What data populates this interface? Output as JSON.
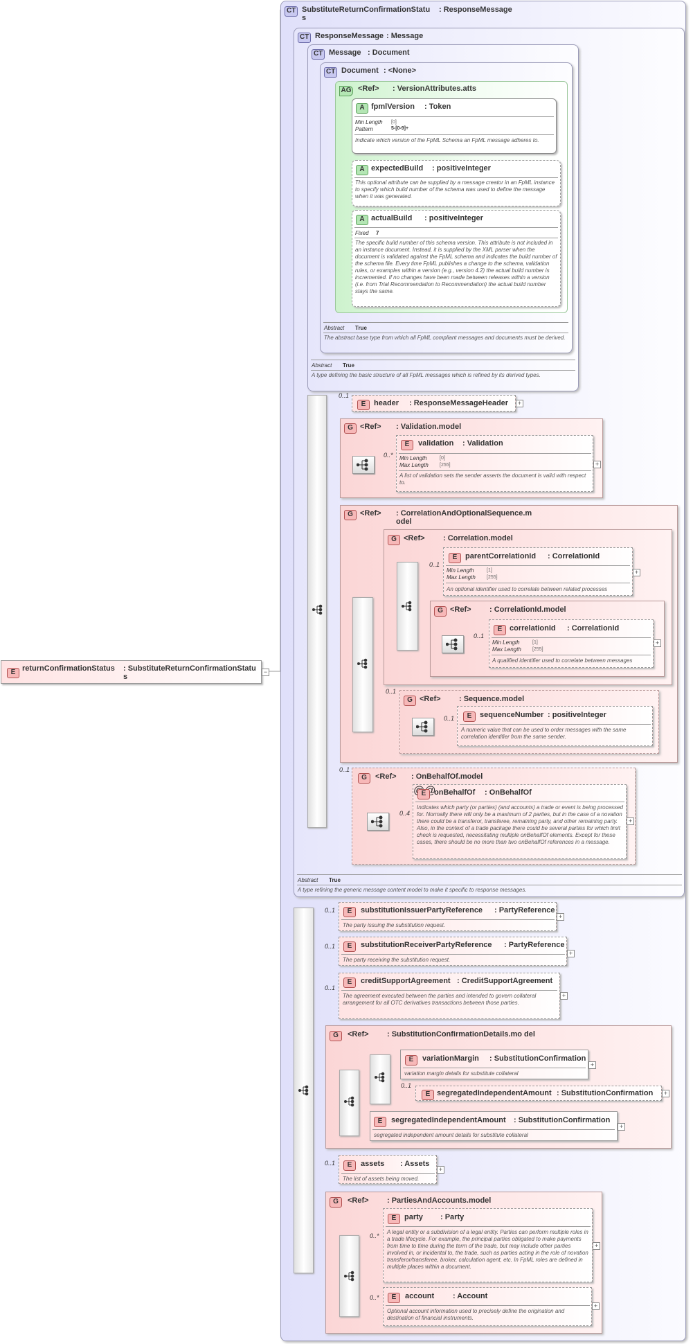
{
  "root": {
    "badge": "E",
    "name": "returnConfirmationStatus",
    "type": ": SubstituteReturnConfirmationStatu s"
  },
  "ct_outer": {
    "badge": "CT",
    "name": "SubstituteReturnConfirmationStatu s",
    "type": ": ResponseMessage"
  },
  "ct_response": {
    "badge": "CT",
    "name": "ResponseMessage",
    "type": ": Message",
    "abstract_label": "Abstract",
    "abstract_value": "True",
    "doc": "A type refining the generic message content model to make it specific to response messages."
  },
  "ct_message": {
    "badge": "CT",
    "name": "Message",
    "type": ": Document",
    "abstract_label": "Abstract",
    "abstract_value": "True",
    "doc": "A type defining the basic structure of all FpML messages which is refined by its derived types."
  },
  "ct_document": {
    "badge": "CT",
    "name": "Document",
    "type": ": <None>",
    "abstract_label": "Abstract",
    "abstract_value": "True",
    "doc": "The abstract base type from which all FpML compliant messages and documents must be derived."
  },
  "ag_version": {
    "badge": "AG",
    "ref": "<Ref>",
    "type": ": VersionAttributes.atts"
  },
  "attr_fpml": {
    "badge": "A",
    "name": "fpmlVersion",
    "type": ": Token",
    "minlen_label": "Min Length",
    "minlen_value": "[0]",
    "pattern_label": "Pattern",
    "pattern_value": "5-[0-9]+",
    "doc": "Indicate which version of the FpML Schema an FpML message adheres to."
  },
  "attr_expected": {
    "badge": "A",
    "name": "expectedBuild",
    "type": ": positiveInteger",
    "doc": "This optional attribute can be supplied by a message creator in an FpML instance to specify which build number of the schema was used to define the message when it was generated."
  },
  "attr_actual": {
    "badge": "A",
    "name": "actualBuild",
    "type": ": positiveInteger",
    "fixed_label": "Fixed",
    "fixed_value": "7",
    "doc": "The specific build number of this schema version. This attribute is not included in an instance document. Instead, it is supplied by the XML parser when the document is validated against the FpML schema and indicates the build number of the schema file. Every time FpML publishes a change to the schema, validation rules, or examples within a version (e.g., version 4.2) the actual build number is incremented. If no changes have been made between releases within a version (i.e. from Trial Recommendation to Recommendation) the actual build number stays the same."
  },
  "el_header": {
    "occ": "0..1",
    "badge": "E",
    "name": "header",
    "type": ": ResponseMessageHeader"
  },
  "grp_validation": {
    "badge": "G",
    "ref": "<Ref>",
    "type": ": Validation.model"
  },
  "el_validation": {
    "occ": "0..*",
    "badge": "E",
    "name": "validation",
    "type": ": Validation",
    "minlen_label": "Min Length",
    "minlen_value": "[0]",
    "maxlen_label": "Max Length",
    "maxlen_value": "[255]",
    "doc": "A list of validation sets the sender asserts the document is valid with respect to."
  },
  "grp_corr_opt": {
    "badge": "G",
    "ref": "<Ref>",
    "type": ": CorrelationAndOptionalSequence.m odel"
  },
  "grp_correlation": {
    "badge": "G",
    "ref": "<Ref>",
    "type": ": Correlation.model"
  },
  "el_parentcorr": {
    "occ": "0..1",
    "badge": "E",
    "name": "parentCorrelationId",
    "type": ": CorrelationId",
    "minlen_label": "Min Length",
    "minlen_value": "[1]",
    "maxlen_label": "Max Length",
    "maxlen_value": "[255]",
    "doc": "An optional identifier used to correlate between related processes"
  },
  "grp_corrid": {
    "badge": "G",
    "ref": "<Ref>",
    "type": ": CorrelationId.model"
  },
  "el_corrid": {
    "occ": "0..1",
    "badge": "E",
    "name": "correlationId",
    "type": ": CorrelationId",
    "minlen_label": "Min Length",
    "minlen_value": "[1]",
    "maxlen_label": "Max Length",
    "maxlen_value": "[255]",
    "doc": "A qualified identifier used to correlate between messages"
  },
  "grp_sequence": {
    "occ": "0..1",
    "badge": "G",
    "ref": "<Ref>",
    "type": ": Sequence.model"
  },
  "el_seqnum": {
    "occ": "0..1",
    "badge": "E",
    "name": "sequenceNumber",
    "type": ": positiveInteger",
    "doc": "A numeric value that can be used to order messages with the same correlation identifier from the same sender."
  },
  "grp_onbehalf": {
    "occ": "0..1",
    "badge": "G",
    "ref": "<Ref>",
    "type": ": OnBehalfOf.model"
  },
  "el_onbehalf": {
    "occ": "0..4",
    "badge": "E",
    "name": "onBehalfOf",
    "type": ": OnBehalfOf",
    "doc": "Indicates which party (or parties) (and accounts) a trade or event is being processed for. Normally there will only be a maximum of 2 parties, but in the case of a novation there could be a transferor, transferee, remaining party, and other remaining party. Also, in the context of a trade package there could be several parties for which limit check is requested, necessitating multiple onBehalfOf elements. Except for these cases, there should be no more than two onBehalfOf references in a message."
  },
  "el_issuer": {
    "occ": "0..1",
    "badge": "E",
    "name": "substitutionIssuerPartyReference",
    "type": ": PartyReference",
    "doc": "The party issuing the substitution request."
  },
  "el_receiver": {
    "occ": "0..1",
    "badge": "E",
    "name": "substitutionReceiverPartyReference",
    "type": ": PartyReference",
    "doc": "The party receiving the substitution request."
  },
  "el_csa": {
    "occ": "0..1",
    "badge": "E",
    "name": "creditSupportAgreement",
    "type": ": CreditSupportAgreement",
    "doc": "The agreement executed between the parties and intended to govern collateral arrangement for all OTC derivatives transactions between those parties."
  },
  "grp_subconf": {
    "badge": "G",
    "ref": "<Ref>",
    "type": ": SubstitutionConfirmationDetails.mo del"
  },
  "el_varmargin": {
    "badge": "E",
    "name": "variationMargin",
    "type": ": SubstitutionConfirmation",
    "doc": "variation margin details for substitute collateral"
  },
  "el_segind1": {
    "occ": "0..1",
    "badge": "E",
    "name": "segregatedIndependentAmount",
    "type": ": SubstitutionConfirmation"
  },
  "el_segind2": {
    "badge": "E",
    "name": "segregatedIndependentAmount",
    "type": ": SubstitutionConfirmation",
    "doc": "segregated independent amount details for substitute collateral"
  },
  "el_assets": {
    "occ": "0..1",
    "badge": "E",
    "name": "assets",
    "type": ": Assets",
    "doc": "The list of assets being moved."
  },
  "grp_parties": {
    "badge": "G",
    "ref": "<Ref>",
    "type": ": PartiesAndAccounts.model"
  },
  "el_party": {
    "occ": "0..*",
    "badge": "E",
    "name": "party",
    "type": ": Party",
    "doc": "A legal entity or a subdivision of a legal entity. Parties can perform multiple roles in a trade lifecycle. For example, the principal parties obligated to make payments from time to time during the term of the trade, but may include other parties involved in, or incidental to, the trade, such as parties acting in the role of novation transferor/transferee, broker, calculation agent, etc. In FpML roles are defined in multiple places within a document."
  },
  "el_account": {
    "occ": "0..*",
    "badge": "E",
    "name": "account",
    "type": ": Account",
    "doc": "Optional account information used to precisely define the origination and destination of financial instruments."
  }
}
